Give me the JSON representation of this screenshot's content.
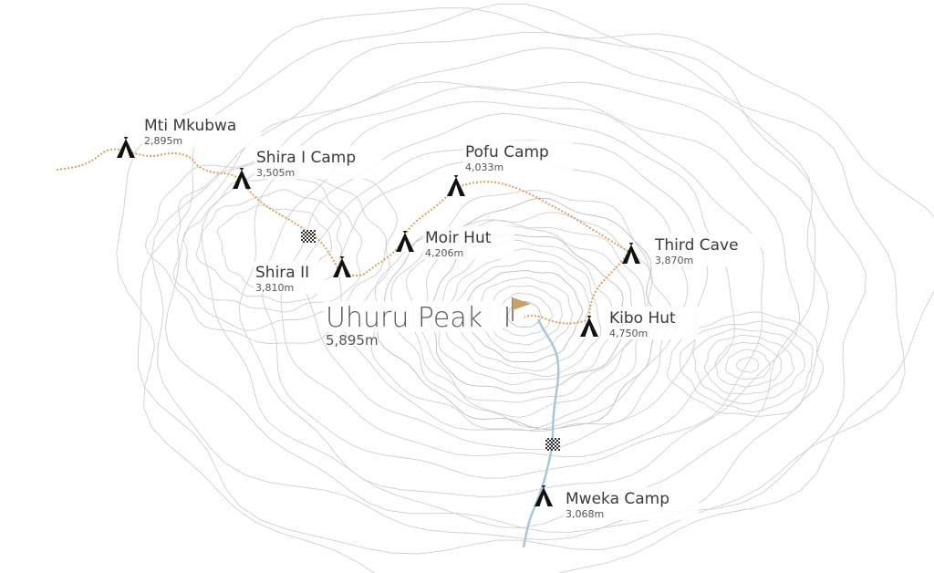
{
  "summit": {
    "name": "Uhuru Peak",
    "elevation": "5,895m"
  },
  "camps": [
    {
      "id": "mti-mkubwa",
      "name": "Mti Mkubwa",
      "elevation": "2,895m"
    },
    {
      "id": "shira-1",
      "name": "Shira I Camp",
      "elevation": "3,505m"
    },
    {
      "id": "shira-2",
      "name": "Shira II",
      "elevation": "3,810m"
    },
    {
      "id": "moir-hut",
      "name": "Moir Hut",
      "elevation": "4,206m"
    },
    {
      "id": "pofu",
      "name": "Pofu Camp",
      "elevation": "4,033m"
    },
    {
      "id": "third-cave",
      "name": "Third Cave",
      "elevation": "3,870m"
    },
    {
      "id": "kibo-hut",
      "name": "Kibo Hut",
      "elevation": "4,750m"
    },
    {
      "id": "mweka",
      "name": "Mweka Camp",
      "elevation": "3,068m"
    }
  ],
  "colors": {
    "ascent_route": "#d9a05b",
    "descent_route": "#9fc8df",
    "summit_flag": "#c9a06a",
    "contour": "#cfcfcf",
    "tent": "#111111"
  },
  "icons": {
    "camp": "tent-icon",
    "summit": "flag-icon",
    "gate": "checkered-gate-icon"
  }
}
